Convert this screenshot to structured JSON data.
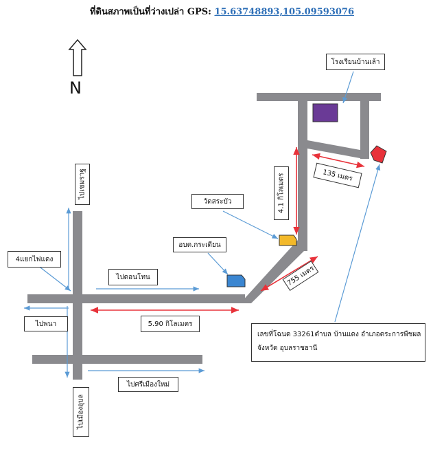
{
  "header": {
    "title": "ที่ดินสภาพเป็นที่ว่างเปล่า",
    "gps_label": "GPS:",
    "gps_coords": "15.63748893,105.09593076"
  },
  "north": {
    "letter": "N"
  },
  "landmarks": {
    "school": "โรงเรียนบ้านเล้า",
    "temple": "วัดสระบัว",
    "sao": "อบต.กระเดียน"
  },
  "roads": {
    "to_khemarat": "ไปเขมราฐ",
    "to_donthon": "ไปดอนโทน",
    "to_phana": "ไปพนา",
    "to_si_mueang_mai": "ไปศรีเมืองใหม่",
    "to_mueang_ubon": "ไปเมืองอุบล",
    "intersection": "4แยกไฟแดง"
  },
  "distances": {
    "main_road": "5.90 กิโลเมตร",
    "diagonal": "755 เมตร",
    "north_road": "4.1 กิโลเมตร",
    "side_road": "135 เมตร"
  },
  "deed": {
    "line1": "เลขที่โฉนด 33261ตำบล บ้านแดง อำเภอตระการพืชผล",
    "line2": "จังหวัด อุบลราชธานี"
  },
  "colors": {
    "road": "#8a8a8e",
    "school": "#6a3a96",
    "temple": "#f3b92a",
    "sao": "#3b86d1",
    "target": "#e8323a",
    "dist_arrow": "#e8323a",
    "pointer": "#5b9bd5"
  },
  "icons": [
    "north-arrow-icon"
  ]
}
